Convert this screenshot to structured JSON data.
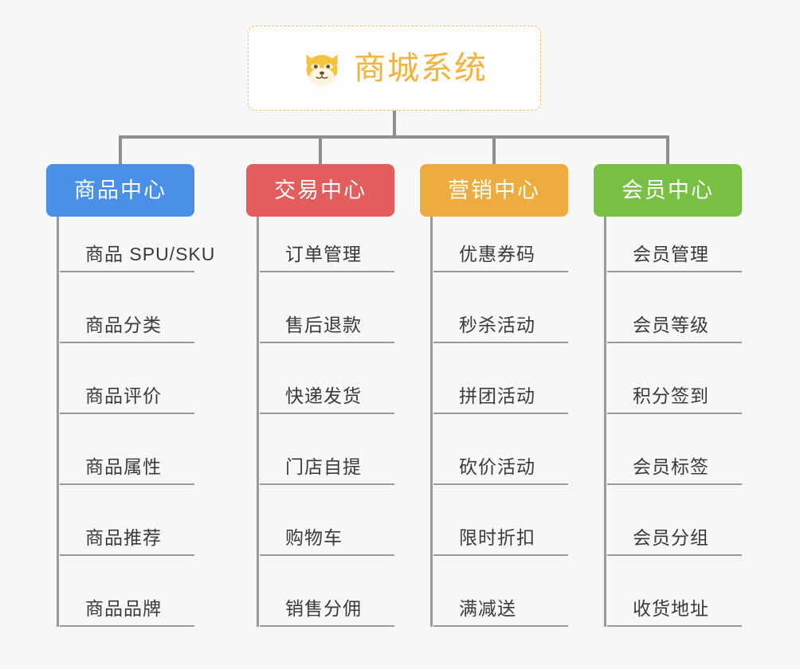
{
  "root": {
    "title": "商城系统",
    "icon": "shiba-dog-icon",
    "title_color": "#f2b33d",
    "border_color": "#edc06a"
  },
  "connector_color": "#8f8f8f",
  "rail_color": "#9a9a9a",
  "background_color": "#f7f7f7",
  "columns": [
    {
      "label": "商品中心",
      "color": "#4a90e8",
      "items": [
        "商品 SPU/SKU",
        "商品分类",
        "商品评价",
        "商品属性",
        "商品推荐",
        "商品品牌"
      ]
    },
    {
      "label": "交易中心",
      "color": "#e35d5d",
      "items": [
        "订单管理",
        "售后退款",
        "快递发货",
        "门店自提",
        "购物车",
        "销售分佣"
      ]
    },
    {
      "label": "营销中心",
      "color": "#eeab3e",
      "items": [
        "优惠券码",
        "秒杀活动",
        "拼团活动",
        "砍价活动",
        "限时折扣",
        "满减送"
      ]
    },
    {
      "label": "会员中心",
      "color": "#78c043",
      "items": [
        "会员管理",
        "会员等级",
        "积分签到",
        "会员标签",
        "会员分组",
        "收货地址"
      ]
    }
  ]
}
